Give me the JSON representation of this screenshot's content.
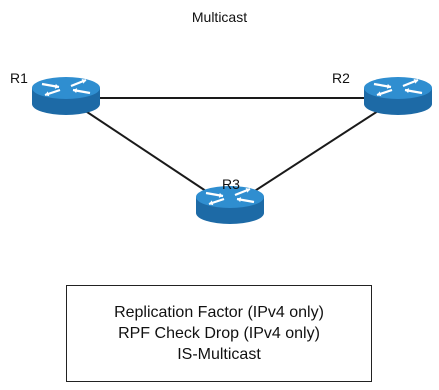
{
  "title": "Multicast",
  "routers": [
    {
      "id": "r1",
      "label": "R1"
    },
    {
      "id": "r2",
      "label": "R2"
    },
    {
      "id": "r3",
      "label": "R3"
    }
  ],
  "links": [
    {
      "from": "r1",
      "to": "r2"
    },
    {
      "from": "r1",
      "to": "r3"
    },
    {
      "from": "r2",
      "to": "r3"
    }
  ],
  "info_box": {
    "lines": [
      "Replication Factor (IPv4 only)",
      "RPF Check Drop (IPv4 only)",
      "IS-Multicast"
    ]
  },
  "colors": {
    "router_top": "#2f8ed0",
    "router_side": "#1d6aa6",
    "link": "#1a1a1a",
    "arrow": "#ffffff"
  }
}
